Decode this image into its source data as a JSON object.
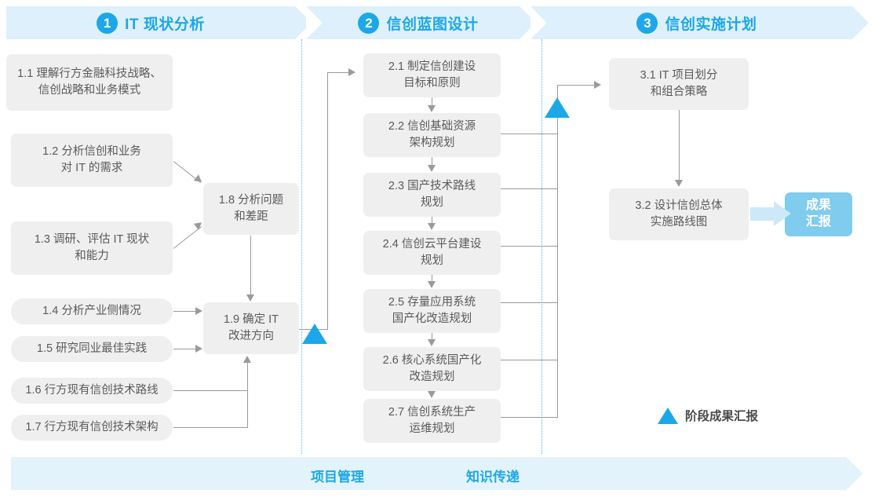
{
  "phases": [
    {
      "number": "1",
      "title": "IT 现状分析"
    },
    {
      "number": "2",
      "title": "信创蓝图设计"
    },
    {
      "number": "3",
      "title": "信创实施计划"
    }
  ],
  "phase1_tasks": [
    {
      "id": "1.1",
      "label": "1.1 理解行方金融科技战略、\n信创战略和业务模式"
    },
    {
      "id": "1.2",
      "label": "1.2 分析信创和业务\n对 IT 的需求"
    },
    {
      "id": "1.3",
      "label": "1.3 调研、评估 IT 现状\n和能力"
    },
    {
      "id": "1.4",
      "label": "1.4 分析产业侧情况"
    },
    {
      "id": "1.5",
      "label": "1.5 研究同业最佳实践"
    },
    {
      "id": "1.6",
      "label": "1.6 行方现有信创技术路线"
    },
    {
      "id": "1.7",
      "label": "1.7 行方现有信创技术架构"
    },
    {
      "id": "1.8",
      "label": "1.8 分析问题\n和差距"
    },
    {
      "id": "1.9",
      "label": "1.9 确定 IT\n改进方向"
    }
  ],
  "phase2_tasks": [
    {
      "id": "2.1",
      "label": "2.1 制定信创建设\n目标和原则"
    },
    {
      "id": "2.2",
      "label": "2.2 信创基础资源\n架构规划"
    },
    {
      "id": "2.3",
      "label": "2.3 国产技术路线\n规划"
    },
    {
      "id": "2.4",
      "label": "2.4 信创云平台建设\n规划"
    },
    {
      "id": "2.5",
      "label": "2.5 存量应用系统\n国产化改造规划"
    },
    {
      "id": "2.6",
      "label": "2.6 核心系统国产化\n改造规划"
    },
    {
      "id": "2.7",
      "label": "2.7 信创系统生产\n运维规划"
    }
  ],
  "phase3_tasks": [
    {
      "id": "3.1",
      "label": "3.1 IT 项目划分\n和组合策略"
    },
    {
      "id": "3.2",
      "label": "3.2 设计信创总体\n实施路线图"
    }
  ],
  "result": {
    "label": "成果\n汇报"
  },
  "legend": {
    "label": "阶段成果汇报",
    "marker": "milestone-triangle"
  },
  "bottom_bar": {
    "labels": [
      "项目管理",
      "知识传递"
    ]
  },
  "colors": {
    "accent_blue": "#1CA8E8",
    "band_blue": "#DDF0FB",
    "bottom_band_blue": "#E3F3FB",
    "result_blue": "#7FCCEE",
    "fat_arrow_blue": "#CDE9F8",
    "box_gray": "#EFEFEF",
    "text_gray": "#5A5A5A",
    "connector_gray": "#9A9A9A",
    "divider_blue": "#4FB9E8"
  }
}
